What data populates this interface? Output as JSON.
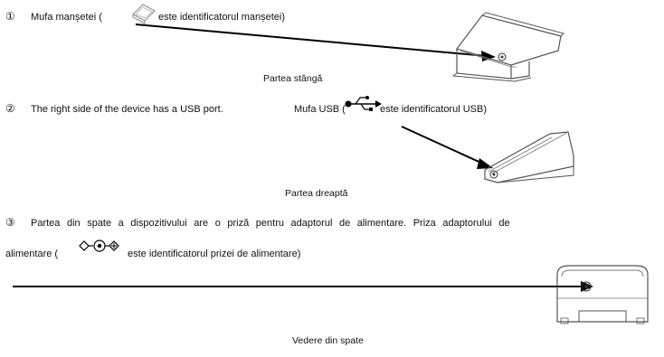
{
  "items": [
    {
      "number": "①",
      "text_before": "Mufa manșetei (",
      "text_after": "este identificatorul manșetei)",
      "caption": "Partea stângă"
    },
    {
      "number": "②",
      "text_intro": "The right side of the device has a USB port.",
      "text_before": "Mufa USB (",
      "text_after": "este identificatorul USB)",
      "caption": "Partea dreaptă"
    },
    {
      "number": "③",
      "text_line1": "Partea din spate a dispozitivului are o priză pentru adaptorul de alimentare. Priza adaptorului de",
      "text_before": "alimentare (",
      "text_after": "este identificatorul prizei de alimentare)",
      "caption": "Vedere din spate"
    }
  ],
  "icons": {
    "cuff": "cuff-connector-icon",
    "usb": "usb-icon",
    "power": "dc-power-polarity-icon"
  }
}
